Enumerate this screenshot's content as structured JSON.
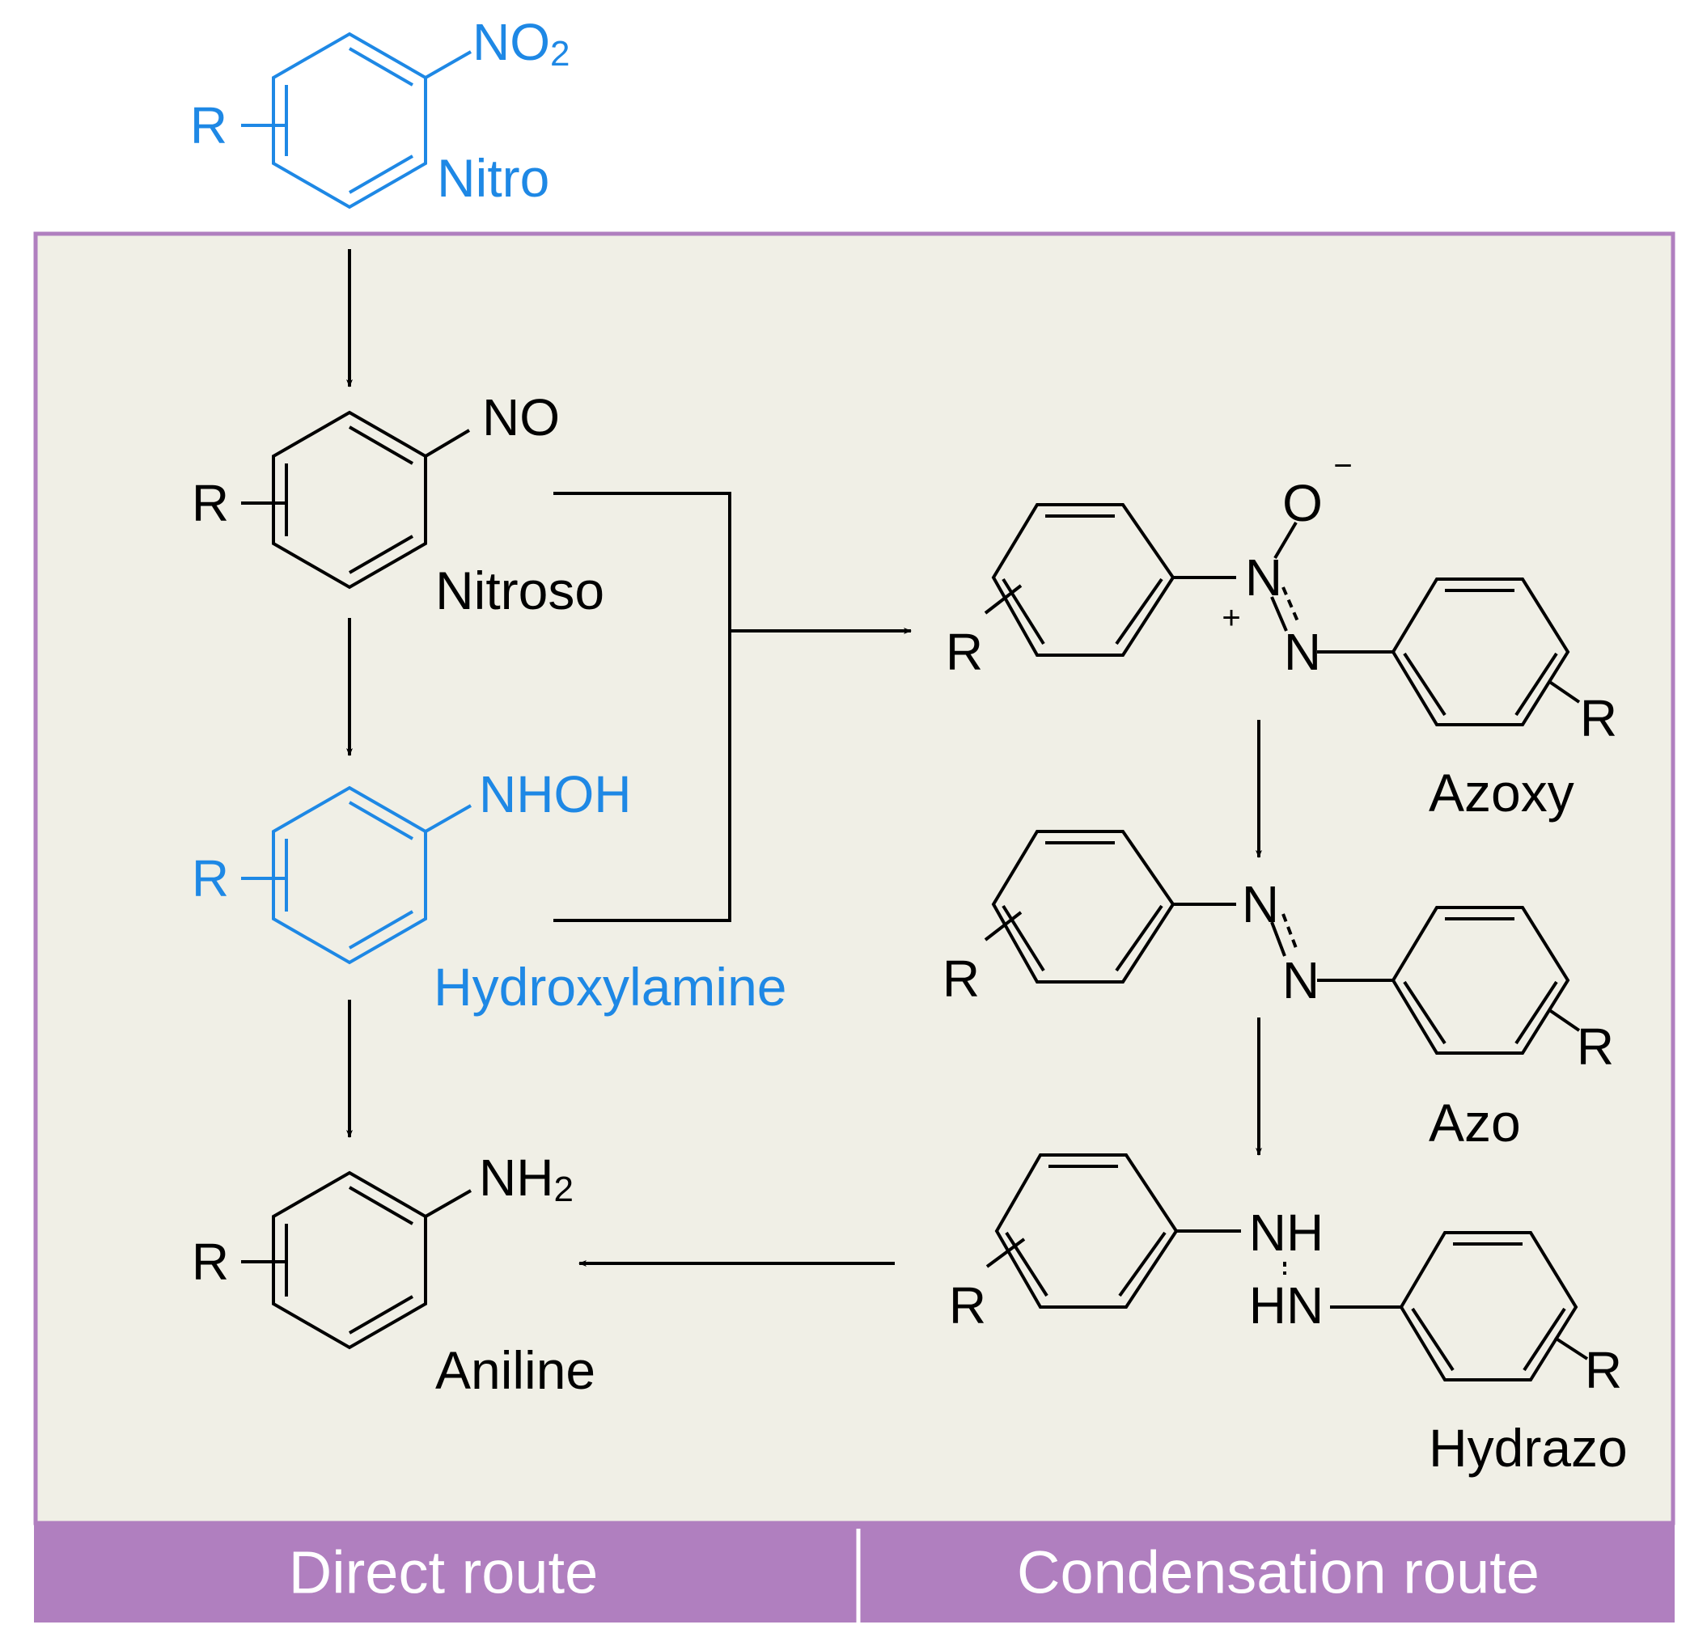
{
  "colors": {
    "highlight": "#1e88e5",
    "ink": "#000000",
    "panel_bg": "#f0efe6",
    "panel_border": "#b07fbf",
    "footer_bg": "#b07fbf",
    "footer_text": "#ffffff"
  },
  "atoms": {
    "r": "R",
    "n": "N",
    "o": "O",
    "nh": "NH",
    "hn": "HN",
    "no2_main": "NO",
    "no2_sub": "2",
    "no": "NO",
    "nhoh": "NHOH",
    "nh2_main": "NH",
    "nh2_sub": "2",
    "plus": "+",
    "minus": "−"
  },
  "compounds": {
    "nitro": "Nitro",
    "nitroso": "Nitroso",
    "hydroxylamine": "Hydroxylamine",
    "aniline": "Aniline",
    "azoxy": "Azoxy",
    "azo": "Azo",
    "hydrazo": "Hydrazo"
  },
  "routes": {
    "direct": "Direct route",
    "condensation": "Condensation route"
  }
}
